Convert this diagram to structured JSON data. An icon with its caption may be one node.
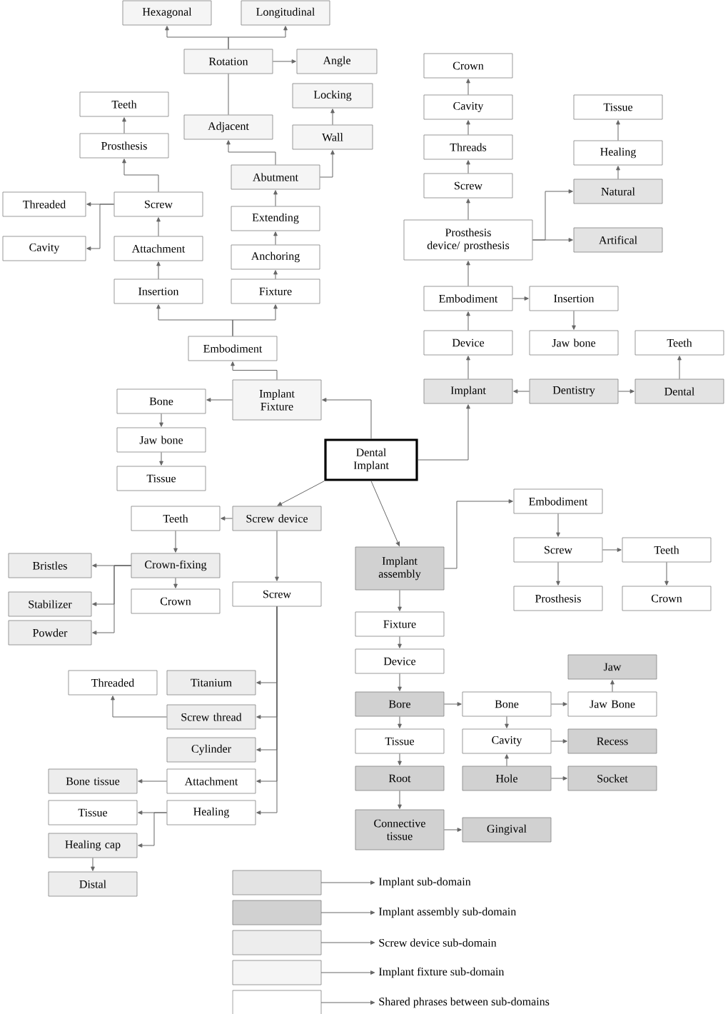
{
  "diagram": {
    "nodes": [
      {
        "text": [
          "Hexagonal"
        ]
      },
      {
        "text": [
          "Longitudinal"
        ]
      },
      {
        "text": [
          "Rotation"
        ]
      },
      {
        "text": [
          "Angle"
        ]
      },
      {
        "text": [
          "Locking"
        ]
      },
      {
        "text": [
          "Adjacent"
        ]
      },
      {
        "text": [
          "Wall"
        ]
      },
      {
        "text": [
          "Teeth"
        ]
      },
      {
        "text": [
          "Prosthesis"
        ]
      },
      {
        "text": [
          "Threaded"
        ]
      },
      {
        "text": [
          "Screw"
        ]
      },
      {
        "text": [
          "Cavity"
        ]
      },
      {
        "text": [
          "Attachment"
        ]
      },
      {
        "text": [
          "Abutment"
        ]
      },
      {
        "text": [
          "Extending"
        ]
      },
      {
        "text": [
          "Anchoring"
        ]
      },
      {
        "text": [
          "Insertion"
        ]
      },
      {
        "text": [
          "Fixture"
        ]
      },
      {
        "text": [
          "Embodiment"
        ]
      },
      {
        "text": [
          "Implant Fixture"
        ]
      },
      {
        "text": [
          "Bone"
        ]
      },
      {
        "text": [
          "Jaw bone"
        ]
      },
      {
        "text": [
          "Tissue"
        ]
      },
      {
        "text": [
          "Dental Implant"
        ]
      },
      {
        "text": [
          "Teeth"
        ]
      },
      {
        "text": [
          "Screw device"
        ]
      },
      {
        "text": [
          "Crown-fixing"
        ]
      },
      {
        "text": [
          "Bristles"
        ]
      },
      {
        "text": [
          "Crown"
        ]
      },
      {
        "text": [
          "Stabilizer"
        ]
      },
      {
        "text": [
          "Powder"
        ]
      },
      {
        "text": [
          "Screw"
        ]
      },
      {
        "text": [
          "Crown"
        ]
      },
      {
        "text": [
          "Cavity"
        ]
      },
      {
        "text": [
          "Threads"
        ]
      },
      {
        "text": [
          "Tissue"
        ]
      },
      {
        "text": [
          "Healing"
        ]
      },
      {
        "text": [
          "Screw"
        ]
      },
      {
        "text": [
          "Natural"
        ]
      },
      {
        "text": [
          "Prosthesis device/ prosthesis"
        ]
      },
      {
        "text": [
          "Artifical"
        ]
      },
      {
        "text": [
          "Embodiment"
        ]
      },
      {
        "text": [
          "Insertion"
        ]
      },
      {
        "text": [
          "Device"
        ]
      },
      {
        "text": [
          "Jaw bone"
        ]
      },
      {
        "text": [
          "Teeth"
        ]
      },
      {
        "text": [
          "Implant"
        ]
      },
      {
        "text": [
          "Dentistry"
        ]
      },
      {
        "text": [
          "Dental"
        ]
      },
      {
        "text": [
          "Implant assembly"
        ]
      },
      {
        "text": [
          "Embodiment"
        ]
      },
      {
        "text": [
          "Screw"
        ]
      },
      {
        "text": [
          "Teeth"
        ]
      },
      {
        "text": [
          "Prosthesis"
        ]
      },
      {
        "text": [
          "Crown"
        ]
      },
      {
        "text": [
          "Fixture"
        ]
      },
      {
        "text": [
          "Device"
        ]
      },
      {
        "text": [
          "Jaw"
        ]
      },
      {
        "text": [
          "Bore"
        ]
      },
      {
        "text": [
          "Bone"
        ]
      },
      {
        "text": [
          "Jaw Bone"
        ]
      },
      {
        "text": [
          "Tissue"
        ]
      },
      {
        "text": [
          "Cavity"
        ]
      },
      {
        "text": [
          "Recess"
        ]
      },
      {
        "text": [
          "Root"
        ]
      },
      {
        "text": [
          "Hole"
        ]
      },
      {
        "text": [
          "Socket"
        ]
      },
      {
        "text": [
          "Connective tissue"
        ]
      },
      {
        "text": [
          "Gingival"
        ]
      },
      {
        "text": [
          "Threaded"
        ]
      },
      {
        "text": [
          "Titanium"
        ]
      },
      {
        "text": [
          "Screw thread"
        ]
      },
      {
        "text": [
          "Cylinder"
        ]
      },
      {
        "text": [
          "Bone tissue"
        ]
      },
      {
        "text": [
          "Attachment"
        ]
      },
      {
        "text": [
          "Tissue"
        ]
      },
      {
        "text": [
          "Healing"
        ]
      },
      {
        "text": [
          "Healing cap"
        ]
      },
      {
        "text": [
          "Distal"
        ]
      }
    ],
    "edges": [
      {
        "from": 2,
        "to": 0,
        "arrow": "to"
      },
      {
        "from": 2,
        "to": 1,
        "arrow": "to"
      },
      {
        "from": 2,
        "to": 3,
        "arrow": "to"
      },
      {
        "from": 5,
        "to": 2,
        "arrow": "none"
      },
      {
        "from": 6,
        "to": 4,
        "arrow": "to"
      },
      {
        "from": 13,
        "to": 5,
        "arrow": "to"
      },
      {
        "from": 13,
        "to": 6,
        "arrow": "to"
      },
      {
        "from": 14,
        "to": 13,
        "arrow": "to"
      },
      {
        "from": 15,
        "to": 14,
        "arrow": "to"
      },
      {
        "from": 17,
        "to": 15,
        "arrow": "to"
      },
      {
        "from": 18,
        "to": 16,
        "arrow": "to"
      },
      {
        "from": 18,
        "to": 17,
        "arrow": "to"
      },
      {
        "from": 16,
        "to": 12,
        "arrow": "to"
      },
      {
        "from": 12,
        "to": 10,
        "arrow": "to"
      },
      {
        "from": 10,
        "to": 8,
        "arrow": "to"
      },
      {
        "from": 8,
        "to": 7,
        "arrow": "to"
      },
      {
        "from": 10,
        "to": 9,
        "arrow": "to"
      },
      {
        "from": 10,
        "to": 11,
        "arrow": "to"
      },
      {
        "from": 19,
        "to": 18,
        "arrow": "to"
      },
      {
        "from": 19,
        "to": 20,
        "arrow": "to"
      },
      {
        "from": 20,
        "to": 21,
        "arrow": "to"
      },
      {
        "from": 21,
        "to": 22,
        "arrow": "to"
      },
      {
        "from": 23,
        "to": 19,
        "arrow": "to"
      },
      {
        "from": 23,
        "to": 25,
        "arrow": "to"
      },
      {
        "from": 23,
        "to": 49,
        "arrow": "to"
      },
      {
        "from": 23,
        "to": 46,
        "arrow": "to"
      },
      {
        "from": 25,
        "to": 24,
        "arrow": "to"
      },
      {
        "from": 24,
        "to": 26,
        "arrow": "to"
      },
      {
        "from": 26,
        "to": 28,
        "arrow": "to"
      },
      {
        "from": 26,
        "to": 27,
        "arrow": "to"
      },
      {
        "from": 26,
        "to": 29,
        "arrow": "to"
      },
      {
        "from": 26,
        "to": 30,
        "arrow": "to"
      },
      {
        "from": 25,
        "to": 31,
        "arrow": "to"
      },
      {
        "from": 31,
        "to": 70,
        "arrow": "to"
      },
      {
        "from": 31,
        "to": 71,
        "arrow": "to"
      },
      {
        "from": 31,
        "to": 72,
        "arrow": "to"
      },
      {
        "from": 31,
        "to": 74,
        "arrow": "to"
      },
      {
        "from": 31,
        "to": 76,
        "arrow": "to"
      },
      {
        "from": 71,
        "to": 69,
        "arrow": "to"
      },
      {
        "from": 74,
        "to": 73,
        "arrow": "to"
      },
      {
        "from": 76,
        "to": 75,
        "arrow": "to"
      },
      {
        "from": 76,
        "to": 77,
        "arrow": "to"
      },
      {
        "from": 77,
        "to": 78,
        "arrow": "to"
      },
      {
        "from": 47,
        "to": 46,
        "arrow": "to"
      },
      {
        "from": 47,
        "to": 48,
        "arrow": "to"
      },
      {
        "from": 48,
        "to": 45,
        "arrow": "to"
      },
      {
        "from": 46,
        "to": 43,
        "arrow": "to"
      },
      {
        "from": 43,
        "to": 41,
        "arrow": "to"
      },
      {
        "from": 41,
        "to": 42,
        "arrow": "to"
      },
      {
        "from": 42,
        "to": 44,
        "arrow": "to"
      },
      {
        "from": 41,
        "to": 39,
        "arrow": "to"
      },
      {
        "from": 39,
        "to": 37,
        "arrow": "to"
      },
      {
        "from": 37,
        "to": 34,
        "arrow": "to"
      },
      {
        "from": 34,
        "to": 33,
        "arrow": "to"
      },
      {
        "from": 33,
        "to": 32,
        "arrow": "to"
      },
      {
        "from": 39,
        "to": 38,
        "arrow": "to"
      },
      {
        "from": 39,
        "to": 40,
        "arrow": "to"
      },
      {
        "from": 38,
        "to": 36,
        "arrow": "to"
      },
      {
        "from": 36,
        "to": 35,
        "arrow": "to"
      },
      {
        "from": 49,
        "to": 50,
        "arrow": "to"
      },
      {
        "from": 50,
        "to": 51,
        "arrow": "to"
      },
      {
        "from": 51,
        "to": 53,
        "arrow": "to"
      },
      {
        "from": 51,
        "to": 52,
        "arrow": "to"
      },
      {
        "from": 52,
        "to": 54,
        "arrow": "to"
      },
      {
        "from": 49,
        "to": 55,
        "arrow": "to"
      },
      {
        "from": 55,
        "to": 56,
        "arrow": "to"
      },
      {
        "from": 56,
        "to": 58,
        "arrow": "to"
      },
      {
        "from": 58,
        "to": 61,
        "arrow": "to"
      },
      {
        "from": 61,
        "to": 64,
        "arrow": "to"
      },
      {
        "from": 64,
        "to": 67,
        "arrow": "to"
      },
      {
        "from": 58,
        "to": 59,
        "arrow": "to"
      },
      {
        "from": 59,
        "to": 60,
        "arrow": "to"
      },
      {
        "from": 60,
        "to": 57,
        "arrow": "to"
      },
      {
        "from": 59,
        "to": 62,
        "arrow": "to"
      },
      {
        "from": 65,
        "to": 62,
        "arrow": "to"
      },
      {
        "from": 62,
        "to": 63,
        "arrow": "to"
      },
      {
        "from": 65,
        "to": 66,
        "arrow": "to"
      },
      {
        "from": 67,
        "to": 68,
        "arrow": "to"
      }
    ],
    "legend": [
      {
        "text": "Implant sub-domain"
      },
      {
        "text": "Implant assembly sub-domain"
      },
      {
        "text": "Screw device sub-domain"
      },
      {
        "text": "Implant fixture sub-domain"
      },
      {
        "text": "Shared phrases between sub-domains"
      }
    ]
  }
}
